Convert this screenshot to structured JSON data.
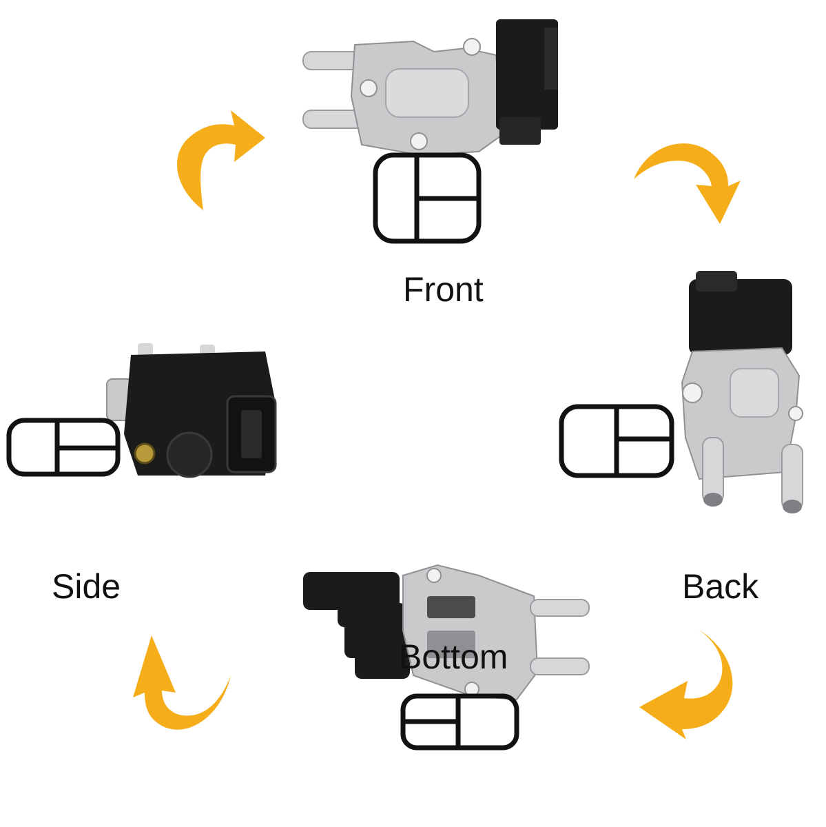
{
  "labels": {
    "front": "Front",
    "back": "Back",
    "side": "Side",
    "bottom": "Bottom"
  },
  "colors": {
    "arrow": "#F5AE1A",
    "metal": "#C9CACC",
    "metal_dark": "#8E9093",
    "plastic": "#1B1B1B",
    "gasket": "#121212"
  },
  "icons": [
    "curved-arrow-icon"
  ]
}
